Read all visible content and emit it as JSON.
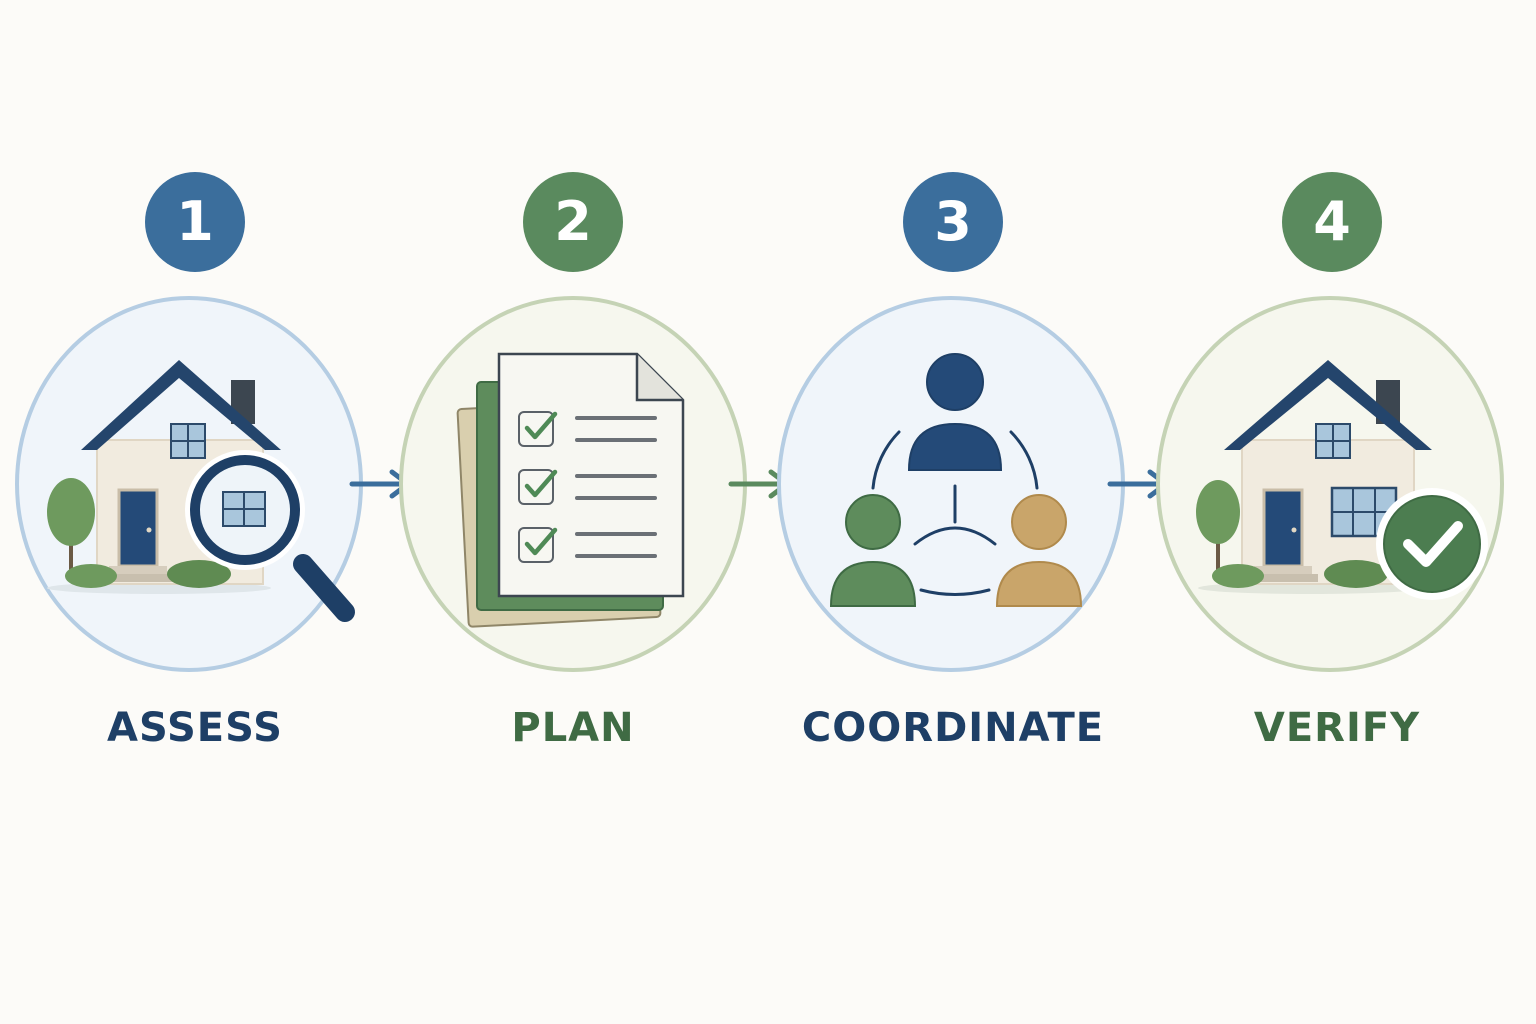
{
  "colors": {
    "blue": "#3b6e9c",
    "green": "#5a8a5e",
    "navy": "#1e3f66",
    "dark_green": "#3f6b44",
    "gold": "#c9a56a",
    "ring_blue": "#b5cde3",
    "ring_green": "#c5d3b5",
    "fill_blue": "#f0f5fa",
    "fill_green": "#f6f7ee",
    "background": "#fcfbf8"
  },
  "steps": [
    {
      "number": "1",
      "label": "ASSESS",
      "icon": "house-magnifier-icon"
    },
    {
      "number": "2",
      "label": "PLAN",
      "icon": "checklist-document-icon"
    },
    {
      "number": "3",
      "label": "COORDINATE",
      "icon": "people-network-icon"
    },
    {
      "number": "4",
      "label": "VERIFY",
      "icon": "house-checkmark-icon"
    }
  ]
}
